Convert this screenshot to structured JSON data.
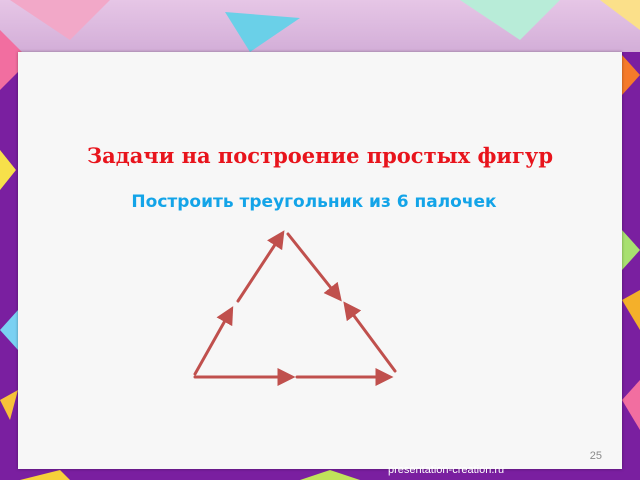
{
  "slide": {
    "title": "Задачи на построение простых фигур",
    "subtitle": "Построить треугольник из 6 палочек",
    "number": "25",
    "credit": "presentation-creation.ru"
  },
  "figure": {
    "description_count": 6,
    "stick_color": "#c0504d"
  },
  "colors": {
    "background": "#7a1fa0",
    "panel": "#f7f7f7",
    "title": "#e8141c",
    "subtitle": "#13a4e8"
  }
}
